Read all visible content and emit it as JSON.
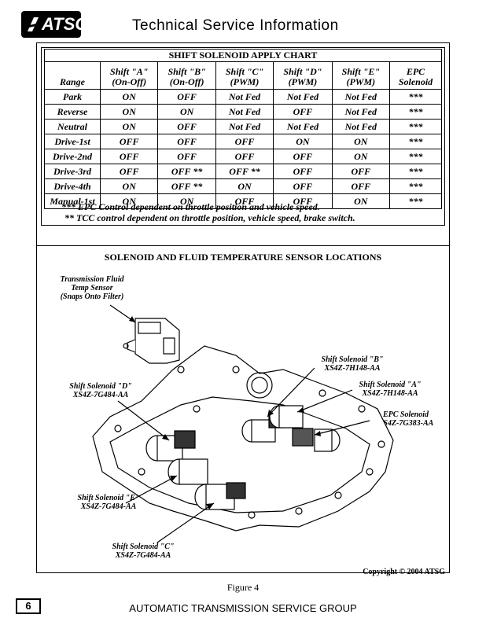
{
  "header": {
    "logo_text": "ATSG",
    "title": "Technical Service Information"
  },
  "chart": {
    "title": "SHIFT SOLENOID APPLY CHART",
    "columns": [
      {
        "l1": "",
        "l2": "Range"
      },
      {
        "l1": "Shift \"A\"",
        "l2": "(On-Off)"
      },
      {
        "l1": "Shift \"B\"",
        "l2": "(On-Off)"
      },
      {
        "l1": "Shift \"C\"",
        "l2": "(PWM)"
      },
      {
        "l1": "Shift \"D\"",
        "l2": "(PWM)"
      },
      {
        "l1": "Shift \"E\"",
        "l2": "(PWM)"
      },
      {
        "l1": "EPC",
        "l2": "Solenoid"
      }
    ],
    "rows": [
      [
        "Park",
        "ON",
        "OFF",
        "Not Fed",
        "Not Fed",
        "Not Fed",
        "***"
      ],
      [
        "Reverse",
        "ON",
        "ON",
        "Not Fed",
        "OFF",
        "Not Fed",
        "***"
      ],
      [
        "Neutral",
        "ON",
        "OFF",
        "Not Fed",
        "Not Fed",
        "Not Fed",
        "***"
      ],
      [
        "Drive-1st",
        "OFF",
        "OFF",
        "OFF",
        "ON",
        "ON",
        "***"
      ],
      [
        "Drive-2nd",
        "OFF",
        "OFF",
        "OFF",
        "OFF",
        "ON",
        "***"
      ],
      [
        "Drive-3rd",
        "OFF",
        "OFF **",
        "OFF **",
        "OFF",
        "OFF",
        "***"
      ],
      [
        "Drive-4th",
        "ON",
        "OFF **",
        "ON",
        "OFF",
        "OFF",
        "***"
      ],
      [
        "Manual-1st",
        "ON",
        "ON",
        "OFF",
        "OFF",
        "ON",
        "***"
      ]
    ],
    "notes": [
      "*** EPC Control dependent on throttle position and vehicle speed.",
      "** TCC control dependent on throttle position, vehicle speed, brake switch."
    ]
  },
  "locations": {
    "title": "SOLENOID AND FLUID TEMPERATURE SENSOR LOCATIONS",
    "tft": [
      "Transmission Fluid",
      "Temp Sensor",
      "(Snaps Onto Filter)"
    ],
    "sol_b": [
      "Shift Solenoid \"B\"",
      "XS4Z-7H148-AA"
    ],
    "sol_a": [
      "Shift Solenoid \"A\"",
      "XS4Z-7H148-AA"
    ],
    "sol_d": [
      "Shift Solenoid \"D\"",
      "XS4Z-7G484-AA"
    ],
    "epc": [
      "EPC Solenoid",
      "XS4Z-7G383-AA"
    ],
    "sol_e": [
      "Shift Solenoid \"E\"",
      "XS4Z-7G484-AA"
    ],
    "sol_c": [
      "Shift Solenoid \"C\"",
      "XS4Z-7G484-AA"
    ],
    "copyright": "Copyright © 2004 ATSG",
    "figure": "Figure 4"
  },
  "footer": {
    "page_number": "6",
    "org": "AUTOMATIC TRANSMISSION SERVICE GROUP"
  }
}
